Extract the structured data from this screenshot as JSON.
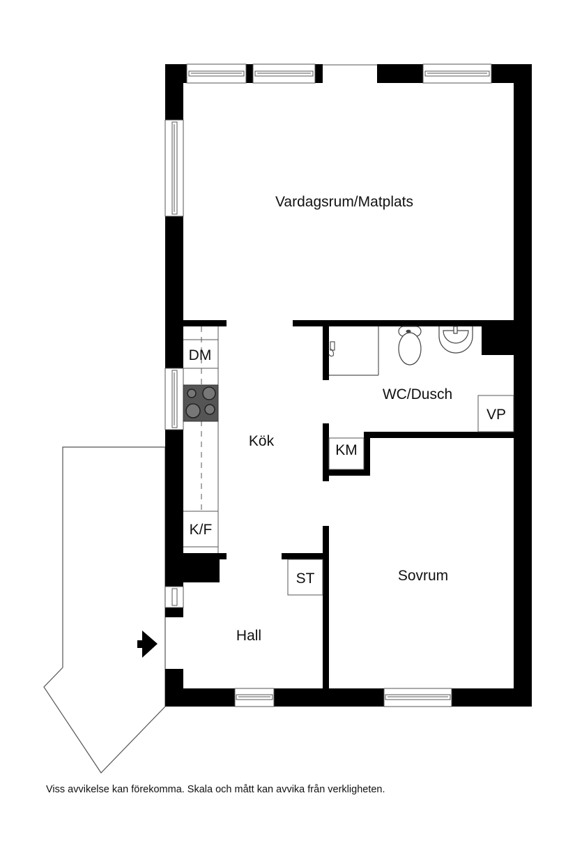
{
  "floorplan": {
    "rooms": [
      {
        "id": "living",
        "label": "Vardagsrum/Matplats"
      },
      {
        "id": "kitchen",
        "label": "Kök"
      },
      {
        "id": "bathroom",
        "label": "WC/Dusch"
      },
      {
        "id": "bedroom",
        "label": "Sovrum"
      },
      {
        "id": "hall",
        "label": "Hall"
      }
    ],
    "fixtures": [
      {
        "id": "dishwasher",
        "label": "DM"
      },
      {
        "id": "fridge-freezer",
        "label": "K/F"
      },
      {
        "id": "washing-machine",
        "label": "KM"
      },
      {
        "id": "water-heater",
        "label": "VP"
      },
      {
        "id": "storage",
        "label": "ST"
      }
    ],
    "icons": [
      "stove-icon",
      "toilet-icon",
      "sink-icon",
      "shower-icon",
      "entrance-arrow-icon"
    ],
    "colors": {
      "wall": "#000000",
      "line": "#555555",
      "stove": "#555555",
      "background": "#ffffff"
    }
  },
  "footer": {
    "disclaimer": "Viss avvikelse kan förekomma. Skala och mått kan avvika från verkligheten."
  }
}
